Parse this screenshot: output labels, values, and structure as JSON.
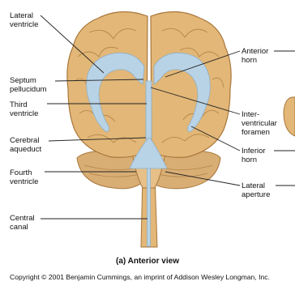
{
  "labels": {
    "lateral_ventricle": [
      "Lateral",
      "ventricle"
    ],
    "septum_pellucidum": [
      "Septum",
      "pellucidum"
    ],
    "third_ventricle": [
      "Third",
      "ventricle"
    ],
    "cerebral_aqueduct": [
      "Cerebral",
      "aqueduct"
    ],
    "fourth_ventricle": [
      "Fourth",
      "ventricle"
    ],
    "central_canal": [
      "Central",
      "canal"
    ],
    "anterior_horn": [
      "Anterior",
      "horn"
    ],
    "interventricular_foramen": [
      "Inter-",
      "ventricular",
      "foramen"
    ],
    "inferior_horn": [
      "Inferior",
      "horn"
    ],
    "lateral_aperture": [
      "Lateral",
      "aperture"
    ]
  },
  "caption": "(a) Anterior view",
  "copyright": "Copyright © 2001 Benjamin Cummings, an imprint of Addison Wesley Longman, Inc.",
  "colors": {
    "brain_tan": "#e2b777",
    "brain_outline": "#a9773c",
    "ventricle_blue": "#b9d3e6",
    "cerebellum": "#d9ae74",
    "label_line": "#222222"
  }
}
